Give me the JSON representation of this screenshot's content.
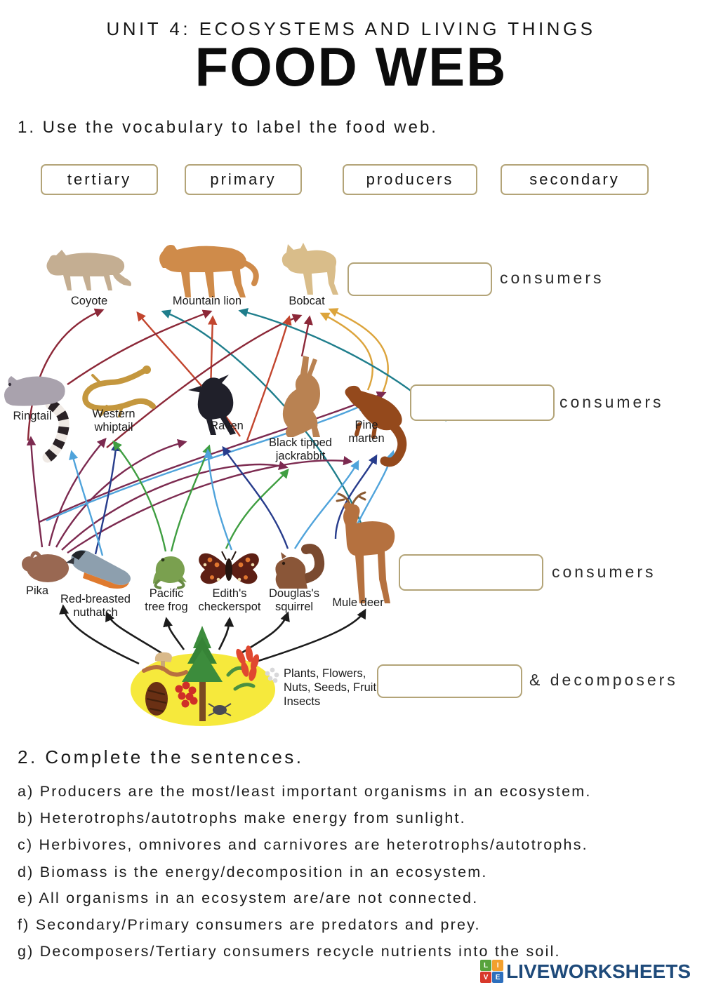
{
  "page": {
    "unit_title": "UNIT 4: ECOSYSTEMS AND LIVING THINGS",
    "main_title": "FOOD WEB"
  },
  "task1": {
    "instruction": "1. Use the vocabulary to label the food web.",
    "vocabulary": [
      {
        "label": "tertiary"
      },
      {
        "label": "primary"
      },
      {
        "label": "producers"
      },
      {
        "label": "secondary"
      }
    ]
  },
  "food_web": {
    "levels": [
      {
        "slot_label": "consumers"
      },
      {
        "slot_label": "consumers"
      },
      {
        "slot_label": "consumers"
      },
      {
        "slot_label": "& decomposers"
      }
    ],
    "animals": {
      "coyote": "Coyote",
      "mountain_lion": "Mountain lion",
      "bobcat": "Bobcat",
      "ringtail": "Ringtail",
      "western_whiptail": "Western whiptail",
      "raven": "Raven",
      "jackrabbit": "Black tipped jackrabbit",
      "pine_marten": "Pine marten",
      "pika": "Pika",
      "nuthatch": "Red-breasted nuthatch",
      "tree_frog": "Pacific tree frog",
      "checkerspot": "Edith's checkerspot",
      "squirrel": "Douglas's squirrel",
      "mule_deer": "Mule deer"
    },
    "producers_label": "Plants, Flowers, Nuts, Seeds, Fruit, Insects"
  },
  "task2": {
    "heading": "2. Complete the sentences.",
    "sentences": [
      "a) Producers are the most/least important organisms in an ecosystem.",
      "b) Heterotrophs/autotrophs make energy from sunlight.",
      "c) Herbivores, omnivores and carnivores are heterotrophs/autotrophs.",
      "d) Biomass is the energy/decomposition in an ecosystem.",
      "e) All organisms in an ecosystem are/are not connected.",
      "f) Secondary/Primary consumers are predators and prey.",
      "g) Decomposers/Tertiary consumers recycle nutrients into the soil."
    ]
  },
  "footer": {
    "brand": "LIVEWORKSHEETS",
    "logo_letters": [
      "L",
      "I",
      "V",
      "E"
    ]
  },
  "colors": {
    "box_border": "#b3a478",
    "brand_blue": "#1e4a7a",
    "logo_green": "#58a33c",
    "logo_orange": "#f2a02d",
    "logo_red": "#d8392b",
    "logo_blue": "#2d6fbd"
  }
}
